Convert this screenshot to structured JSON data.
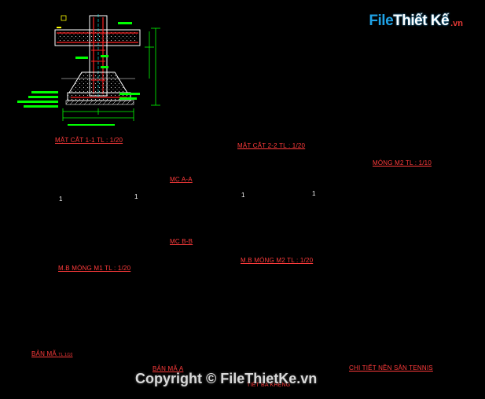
{
  "watermark": {
    "logo_file": "File",
    "logo_mark": "Thiết Kế",
    "logo_vn": ".vn",
    "copyright": "Copyright © FileThietKe.vn"
  },
  "labels": {
    "section_1_1": "MẶT CẮT 1-1   TL : 1/20",
    "section_2_2": "MẶT CẮT 2-2   TL : 1/20",
    "mong_m2_detail": "MÓNG M2   TL : 1/10",
    "mc_aa": "MC A-A",
    "mc_bb": "MC B-B",
    "plan_m1": "M.B MÓNG M1   TL : 1/20",
    "plan_m2": "M.B MÓNG M2   TL : 1/20",
    "ban_ma_plan": "BẢN MÃ",
    "ban_ma_a": "BẢN MÃ  A",
    "ban_ma_sub": "TL 1/10",
    "chi_tiet_tennis": "CHI TIẾT NỀN SÂN TENNIS",
    "tiet_ba_kheng": "TIẾT BA KHẸNG",
    "mark_1_left_m1": "1",
    "mark_1_right_m1": "1",
    "mark_1_left_m2": "1",
    "mark_1_right_m2": "1"
  },
  "colors": {
    "background": "#000000",
    "dim_green": "#00ff00",
    "outline_white": "#ffffff",
    "rebar_red": "#ff2020",
    "cyan": "#00ffff",
    "yellow": "#ffff00",
    "magenta": "#ff00ff",
    "label_red": "#ff3b3b"
  }
}
